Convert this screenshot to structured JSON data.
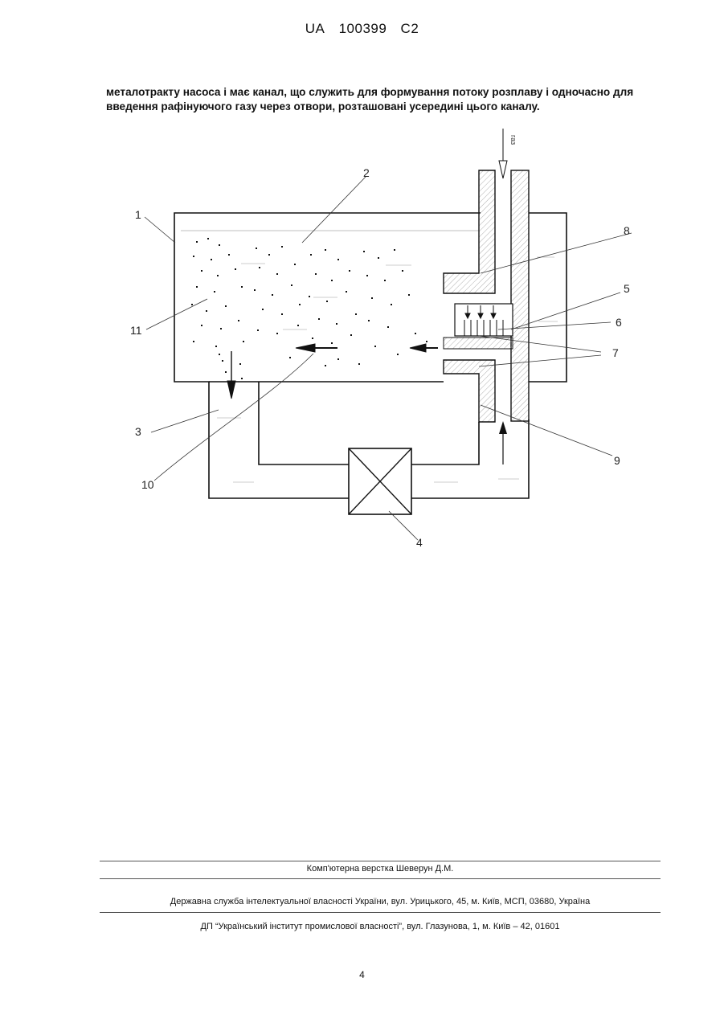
{
  "header": {
    "country": "UA",
    "number": "100399",
    "kind": "C2"
  },
  "intro_text": "металотракту насоса і має канал, що служить для формування потоку розплаву і одночасно для введення рафінуючого газу через отвори, розташовані усередині цього каналу.",
  "figure": {
    "gas_label": "газ",
    "labels": [
      "1",
      "2",
      "3",
      "4",
      "5",
      "6",
      "7",
      "8",
      "9",
      "10",
      "11"
    ]
  },
  "footer": {
    "typesetting": "Комп'ютерна верстка Шеверун Д.М.",
    "agency": "Державна служба інтелектуальної власності України, вул. Урицького, 45, м. Київ, МСП, 03680, Україна",
    "institute": "ДП “Український інститут промислової власності”, вул. Глазунова, 1, м. Київ – 42, 01601"
  },
  "page_number": "4"
}
